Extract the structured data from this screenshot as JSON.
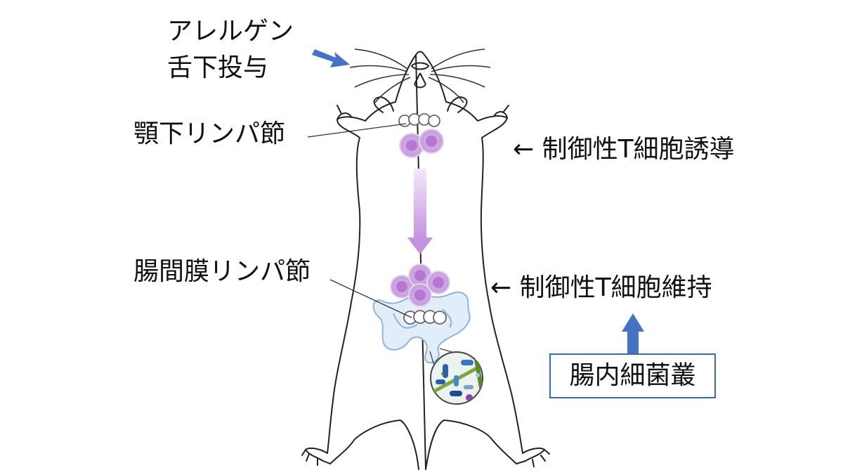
{
  "labels": {
    "allergen": "アレルゲン",
    "sublingual_administration": "舌下投与",
    "submandibular_lymph_node": "顎下リンパ節",
    "mesenteric_lymph_node": "腸間膜リンパ節",
    "treg_induction": "← 制御性T細胞誘導",
    "treg_maintenance": "← 制御性T細胞維持",
    "gut_microbiota": "腸内細菌叢"
  },
  "colors": {
    "accent_blue": "#4472c4",
    "box_border": "#3a67b1",
    "cell_purple": "#c9a0dc",
    "cell_nucleus": "#b77ad0",
    "flow_arrow": "#c99be3",
    "intestine_blue": "#dbe9f6"
  }
}
